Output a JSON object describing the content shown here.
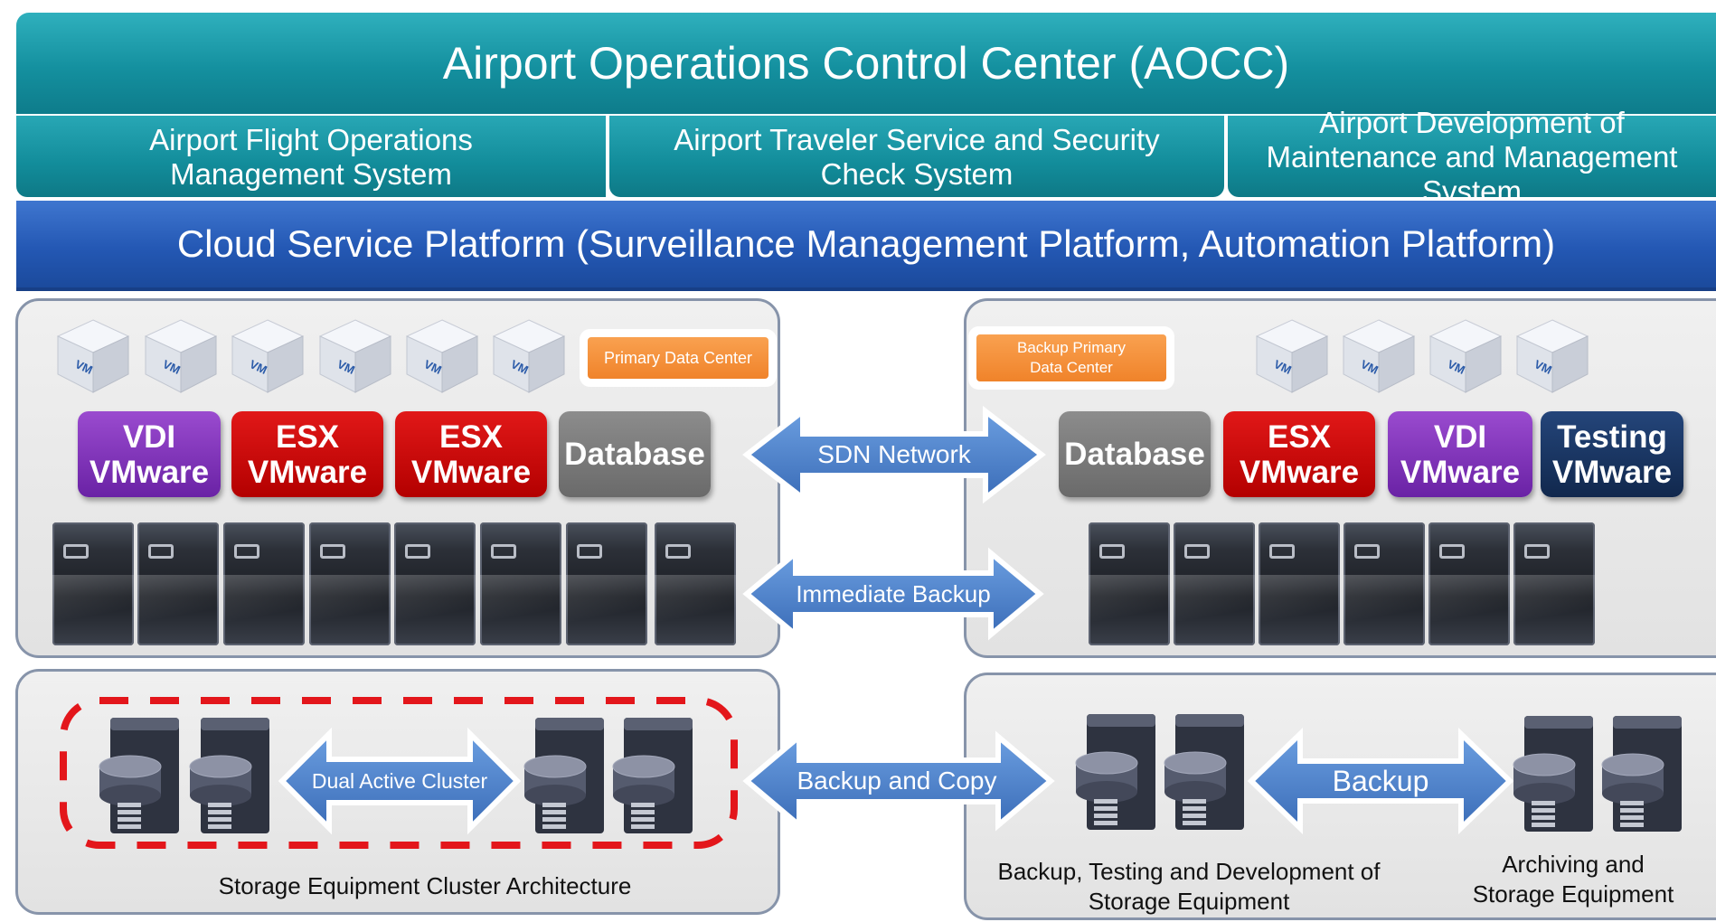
{
  "header": {
    "title": "Airport Operations Control Center (AOCC)"
  },
  "systems": [
    {
      "label": "Airport Flight Operations Management System"
    },
    {
      "label": "Airport Traveler Service and Security Check System"
    },
    {
      "label": "Airport Development of Maintenance and Management System"
    }
  ],
  "platform": {
    "label": "Cloud Service Platform (Surveillance Management Platform, Automation Platform)"
  },
  "primary_dc": {
    "badge": "Primary Data Center",
    "vm_icon_text": "VM",
    "modules": [
      {
        "line1": "VDI",
        "line2": "VMware",
        "color": "#7b31b8"
      },
      {
        "line1": "ESX",
        "line2": "VMware",
        "color": "#cc0a0a"
      },
      {
        "line1": "ESX",
        "line2": "VMware",
        "color": "#cc0a0a"
      },
      {
        "line1": "Database",
        "line2": "",
        "color": "#7b7b7b"
      }
    ]
  },
  "backup_dc": {
    "badge": "Backup Primary Data Center",
    "modules": [
      {
        "line1": "Database",
        "line2": "",
        "color": "#7b7b7b"
      },
      {
        "line1": "ESX",
        "line2": "VMware",
        "color": "#cc0a0a"
      },
      {
        "line1": "VDI",
        "line2": "VMware",
        "color": "#7b31b8"
      },
      {
        "line1": "Testing",
        "line2": "VMware",
        "color": "#1a3563"
      }
    ]
  },
  "links": {
    "sdn": "SDN Network",
    "immediate_backup": "Immediate Backup",
    "backup_copy": "Backup and Copy",
    "dual_active": "Dual Active Cluster",
    "backup": "Backup"
  },
  "storage": {
    "cluster_caption": "Storage Equipment Cluster Architecture",
    "backup_caption": "Backup, Testing and Development of Storage Equipment",
    "archive_caption": "Archiving and Storage Equipment"
  },
  "colors": {
    "teal": "#14909f",
    "cloud_blue": "#2458b4",
    "arrow_blue": "#4a7fc8",
    "badge_orange": "#f59339",
    "dashed_red": "#e3161b"
  }
}
